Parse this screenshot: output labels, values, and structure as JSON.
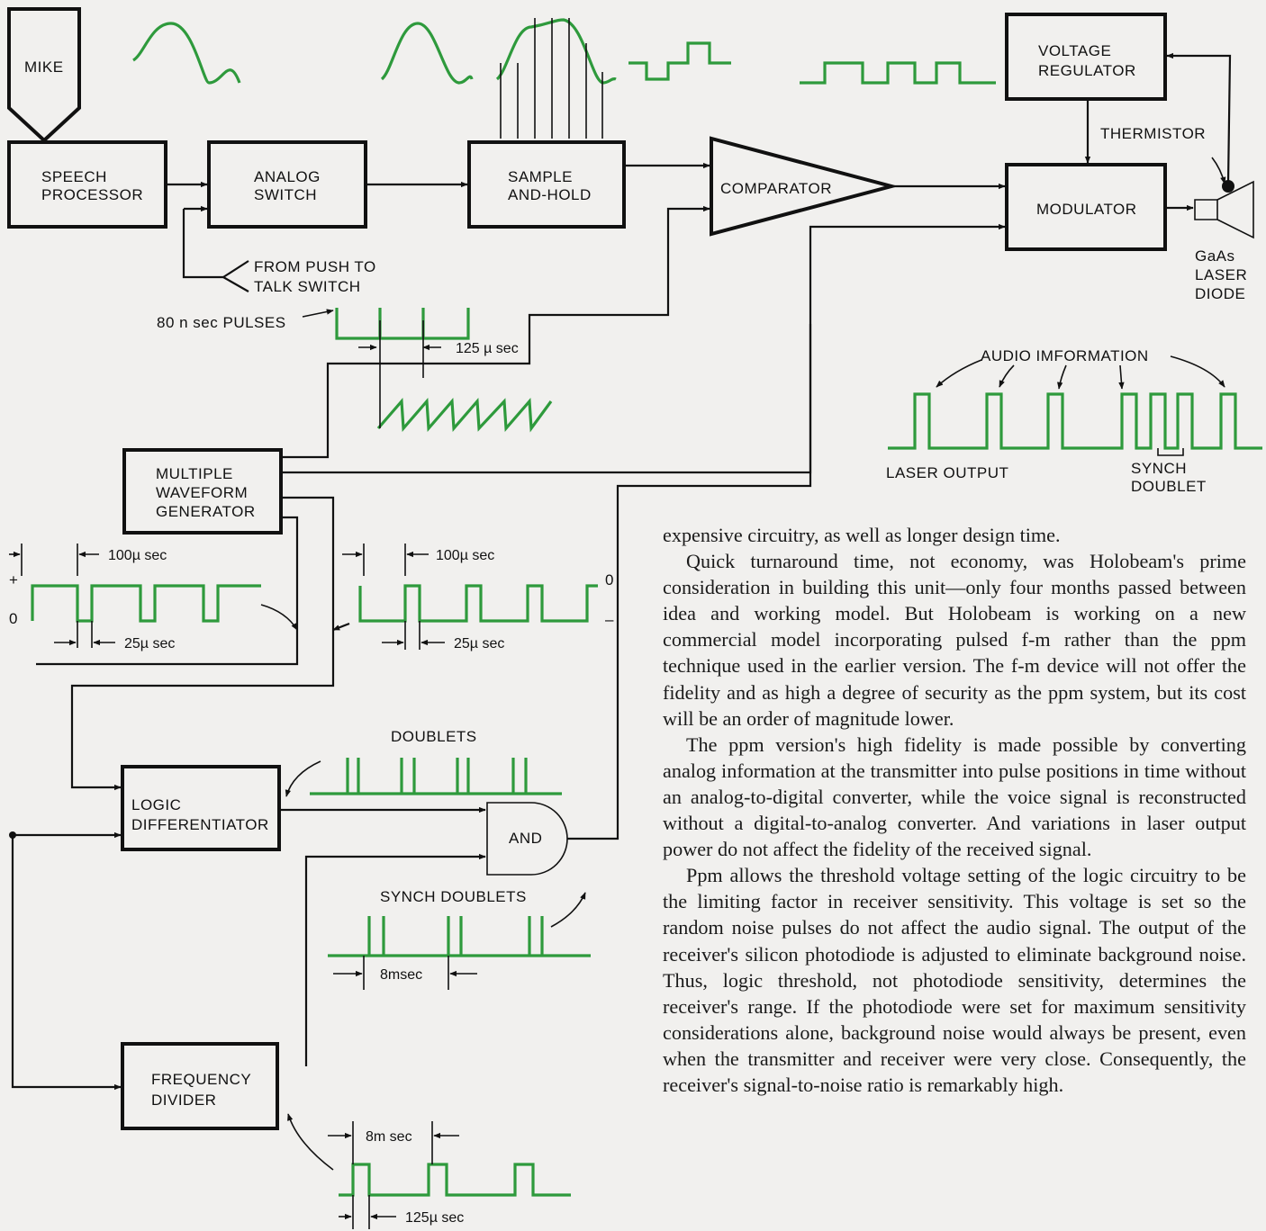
{
  "blocks": {
    "mike": "MIKE",
    "speech_processor": [
      "SPEECH",
      "PROCESSOR"
    ],
    "analog_switch": [
      "ANALOG",
      "SWITCH"
    ],
    "sample_and_hold": [
      "SAMPLE",
      "AND-HOLD"
    ],
    "comparator": "COMPARATOR",
    "voltage_regulator": [
      "VOLTAGE",
      "REGULATOR"
    ],
    "modulator": "MODULATOR",
    "multiple_waveform_generator": [
      "MULTIPLE",
      "WAVEFORM",
      "GENERATOR"
    ],
    "logic_differentiator": [
      "LOGIC",
      "DIFFERENTIATOR"
    ],
    "and_gate": "AND",
    "frequency_divider": [
      "FREQUENCY",
      "DIVIDER"
    ]
  },
  "labels": {
    "thermistor": "THERMISTOR",
    "laser_diode": [
      "GaAs",
      "LASER",
      "DIODE"
    ],
    "push_to_talk": [
      "FROM PUSH TO",
      "TALK SWITCH"
    ],
    "pulses_80ns": "80 n sec PULSES",
    "t_125us": "125 µ sec",
    "audio_information": "AUDIO IMFORMATION",
    "laser_output": "LASER OUTPUT",
    "synch_doublet": [
      "SYNCH",
      "DOUBLET"
    ],
    "t_100us_left": "100µ sec",
    "t_25us_left": "25µ sec",
    "t_100us_right": "100µ sec",
    "t_25us_right": "25µ sec",
    "plus": "+",
    "zero_left": "0",
    "zero_right": "0",
    "minus": "–",
    "doublets": "DOUBLETS",
    "synch_doublets": "SYNCH DOUBLETS",
    "t_8ms_a": "8msec",
    "t_8ms_b": "8m sec",
    "t_125us_bottom": "125µ sec"
  },
  "colors": {
    "waveform": "#2e9a3c",
    "ink": "#111111",
    "paper": "#f1f0ee"
  },
  "article": {
    "paragraphs": [
      "expensive circuitry, as well as longer design time.",
      "Quick turnaround time, not economy, was Holobeam's prime consideration in building this unit—only four months passed between idea and working model. But Holobeam is working on a new commercial model incorporating pulsed f-m rather than the ppm technique used in the earlier version. The f-m device will not offer the fidelity and as high a degree of security as the ppm system, but its cost will be an order of magnitude lower.",
      "The ppm version's high fidelity is made possible by converting analog information at the transmitter into pulse positions in time without an analog-to-digital converter, while the voice signal is reconstructed without a digital-to-analog converter. And variations in laser output power do not affect the fidelity of the received signal.",
      "Ppm allows the threshold voltage setting of the logic circuitry to be the limiting factor in receiver sensitivity. This voltage is set so the random noise pulses do not affect the audio signal. The output of the receiver's silicon photodiode is adjusted to eliminate background noise. Thus, logic threshold, not photodiode sensitivity, determines the receiver's range. If the photodiode were set for maximum sensitivity considerations alone, background noise would always be present, even when the transmitter and receiver were very close. Consequently, the receiver's signal-to-noise ratio is remarkably high."
    ]
  }
}
